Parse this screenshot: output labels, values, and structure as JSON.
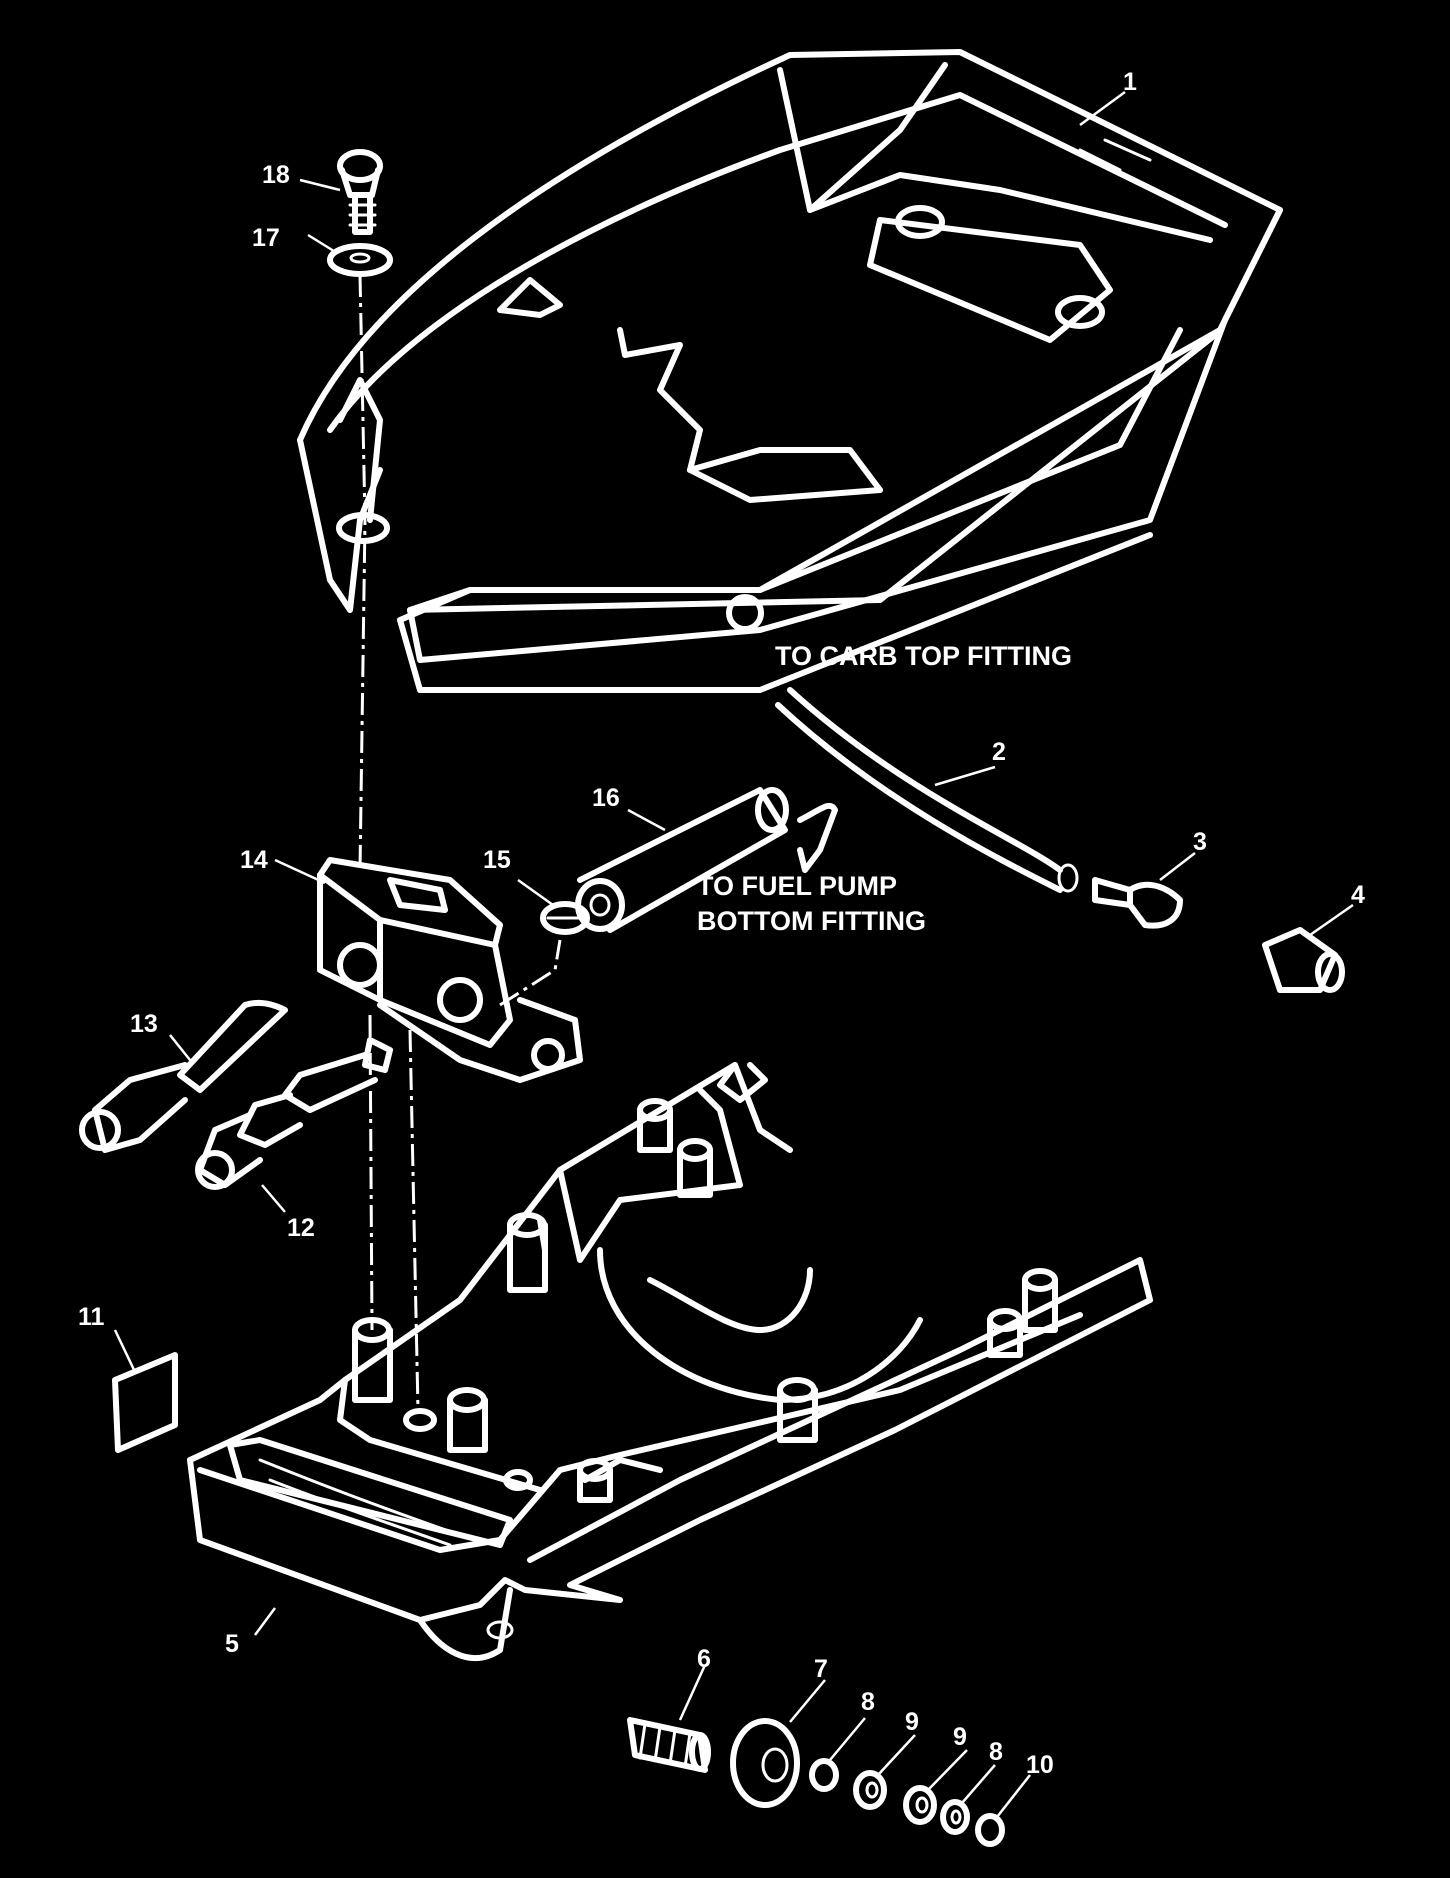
{
  "colors": {
    "background": "#000000",
    "linework": "#ffffff"
  },
  "callouts": {
    "n1": "1",
    "n2": "2",
    "n3": "3",
    "n4": "4",
    "n5": "5",
    "n6": "6",
    "n7": "7",
    "n8a": "8",
    "n8b": "8",
    "n9a": "9",
    "n9b": "9",
    "n10": "10",
    "n11": "11",
    "n12": "12",
    "n13": "13",
    "n14": "14",
    "n15": "15",
    "n16": "16",
    "n17": "17",
    "n18": "18"
  },
  "notes": {
    "carb": "TO CARB TOP FITTING",
    "pump_line1": "TO FUEL PUMP",
    "pump_line2": "BOTTOM FITTING"
  }
}
